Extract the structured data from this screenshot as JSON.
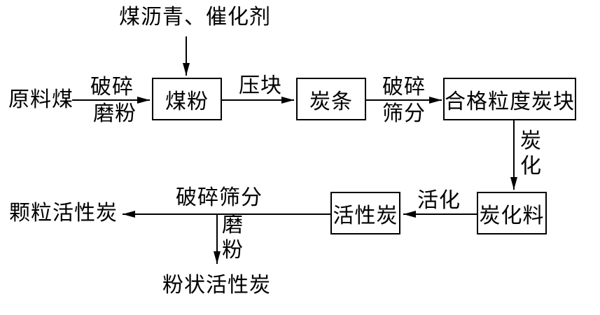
{
  "flowchart": {
    "colors": {
      "background": "#ffffff",
      "stroke": "#000000"
    },
    "inputs": {
      "raw_coal": "原料煤",
      "additive": "煤沥青、催化剂"
    },
    "boxes": {
      "coal_powder": "煤粉",
      "carbon_strip": "炭条",
      "qualified_block": "合格粒度炭块",
      "carbonized_material": "炭化料",
      "activated_carbon": "活性炭"
    },
    "outputs": {
      "granular": "颗粒活性炭",
      "powdered": "粉状活性炭"
    },
    "edge_labels": {
      "crush": "破碎",
      "grind": "磨粉",
      "press": "压块",
      "crush2": "破碎",
      "sieve": "筛分",
      "carbonization": "炭化",
      "activation": "活化",
      "crush_sieve": "破碎筛分",
      "grinding": "磨粉"
    }
  }
}
